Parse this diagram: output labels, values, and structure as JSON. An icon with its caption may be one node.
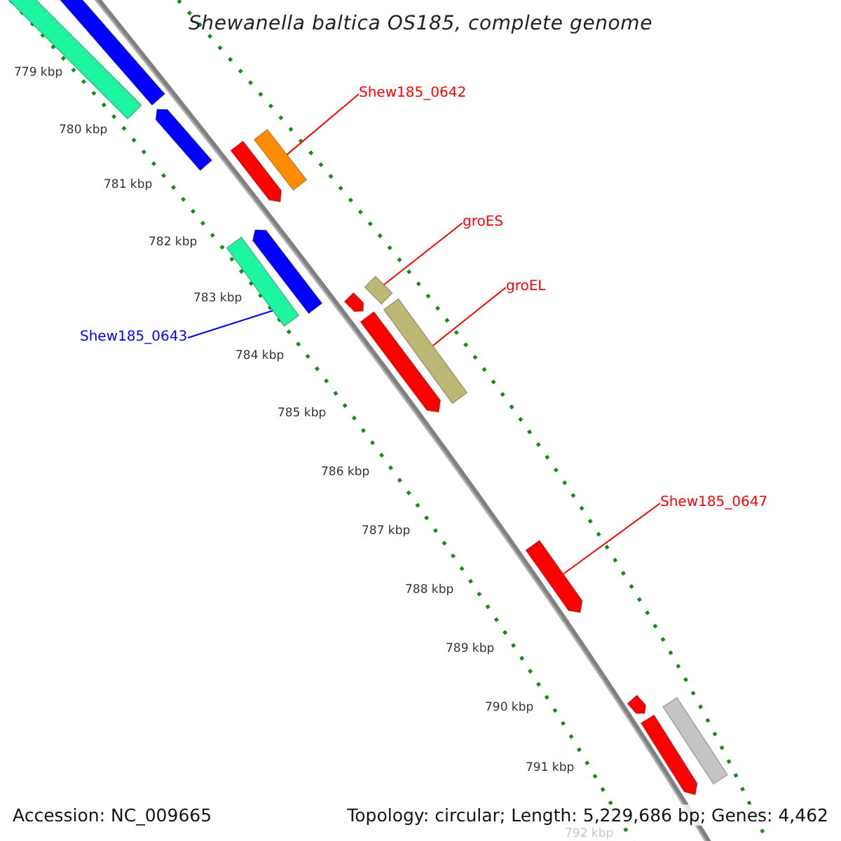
{
  "diagram": {
    "title": "Shewanella baltica OS185, complete genome",
    "nodes": [
      {
        "text": [
          "Shew185_0642"
        ]
      },
      {
        "text": [],
        "shape": "bar"
      },
      {
        "text": [
          "groES"
        ]
      },
      {
        "text": [],
        "shape": "bar"
      },
      {
        "text": [
          "groEL"
        ]
      },
      {
        "text": [],
        "shape": "bar"
      },
      {
        "text": [
          "Shew185_0643"
        ]
      },
      {
        "text": [],
        "shape": "bar"
      },
      {
        "text": [
          "Shew185_0647"
        ]
      },
      {
        "text": [],
        "shape": "bar"
      },
      {
        "text": [],
        "shape": "bar"
      },
      {
        "text": [],
        "shape": "bar"
      },
      {
        "text": [],
        "shape": "bar"
      },
      {
        "text": [],
        "shape": "bar"
      },
      {
        "text": [],
        "shape": "bar"
      },
      {
        "text": [],
        "shape": "bar"
      },
      {
        "text": [],
        "shape": "bar"
      },
      {
        "text": [],
        "shape": "bar"
      },
      {
        "text": [],
        "shape": "bar"
      },
      {
        "text": [],
        "shape": "bar"
      }
    ],
    "edges": [
      {
        "from": 0,
        "to": 1,
        "arrow": "none"
      },
      {
        "from": 2,
        "to": 3,
        "arrow": "none"
      },
      {
        "from": 4,
        "to": 5,
        "arrow": "none"
      },
      {
        "from": 6,
        "to": 7,
        "arrow": "none",
        "color": "#0000ff"
      },
      {
        "from": 8,
        "to": 9,
        "arrow": "none"
      }
    ],
    "labels": [
      "779 kbp",
      "780 kbp",
      "781 kbp",
      "782 kbp",
      "783 kbp",
      "784 kbp",
      "785 kbp",
      "786 kbp",
      "787 kbp",
      "788 kbp",
      "789 kbp",
      "790 kbp",
      "791 kbp",
      "792 kbp",
      "Accession: NC_009665",
      "Topology: circular; Length: 5,229,686 bp; Genes: 4,462"
    ]
  }
}
